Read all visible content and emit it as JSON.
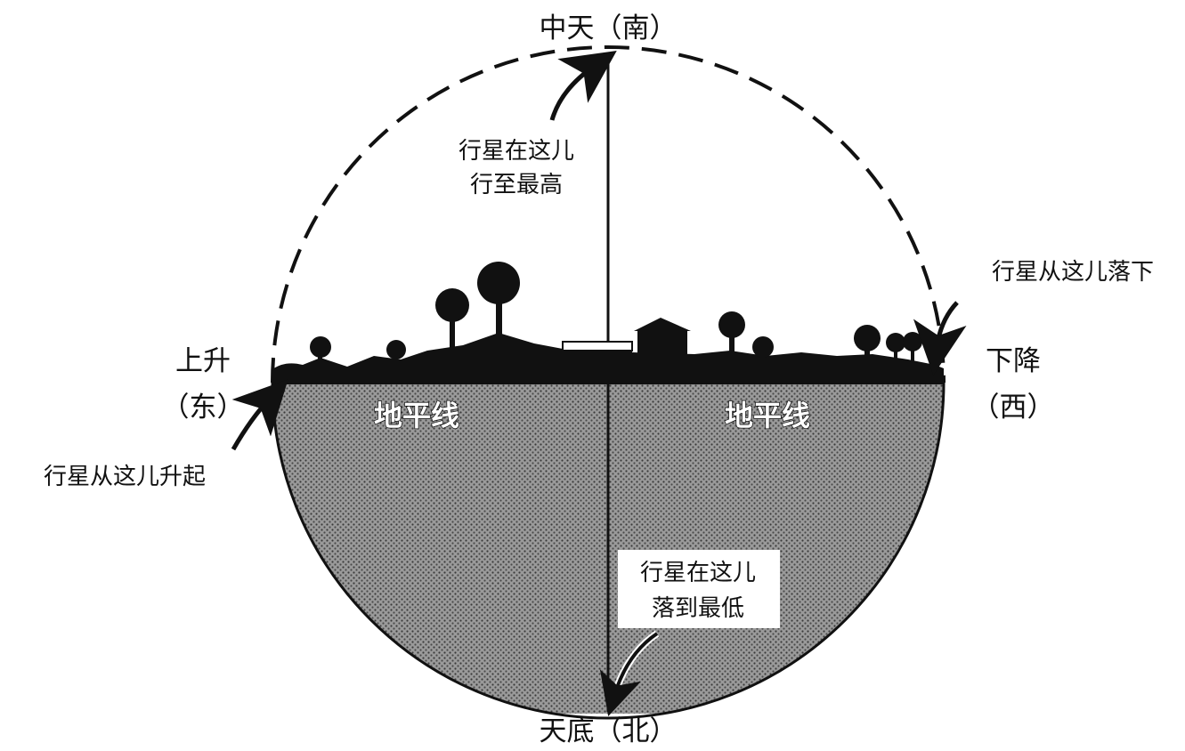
{
  "directions": {
    "top": "中天（南）",
    "bottom": "天底（北）",
    "left_line1": "上升",
    "left_line2": "（东）",
    "right_line1": "下降",
    "right_line2": "（西）"
  },
  "annotations": {
    "highest_line1": "行星在这儿",
    "highest_line2": "行至最高",
    "setting": "行星从这儿落下",
    "rising": "行星从这儿升起",
    "lowest_line1": "行星在这儿",
    "lowest_line2": "落到最低"
  },
  "horizon_labels": [
    "地平线",
    "地平线"
  ],
  "colors": {
    "ink": "#111111",
    "ground": "#8a8a8a",
    "background": "#ffffff"
  }
}
